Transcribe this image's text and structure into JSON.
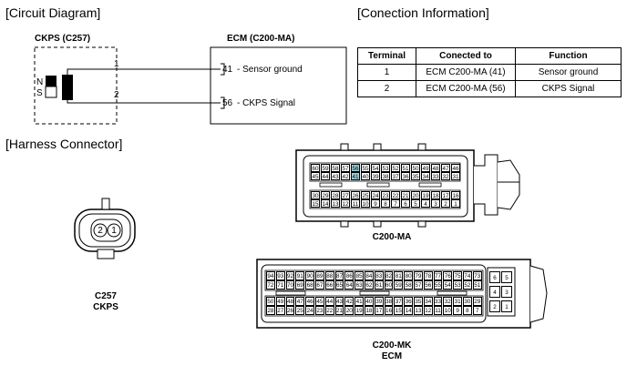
{
  "headings": {
    "circuit": "[Circuit Diagram]",
    "connection": "[Conection Information]",
    "harness": "[Harness Connector]"
  },
  "circuit": {
    "ckps_label": "CKPS (C257)",
    "ecm_label": "ECM (C200-MA)",
    "pole_n": "N",
    "pole_s": "S",
    "wire1": "1",
    "wire2": "2",
    "pin41": "41",
    "pin41_text": "- Sensor ground",
    "pin56": "56",
    "pin56_text": "- CKPS Signal"
  },
  "table": {
    "headers": [
      "Terminal",
      "Conected to",
      "Function"
    ],
    "rows": [
      [
        "1",
        "ECM C200-MA (41)",
        "Sensor ground"
      ],
      [
        "2",
        "ECM C200-MA (56)",
        "CKPS Signal"
      ]
    ]
  },
  "c257": {
    "pin2": "2",
    "pin1": "1",
    "name": "C257",
    "desc": "CKPS"
  },
  "c200ma": {
    "name": "C200-MA",
    "highlight": [
      "56",
      "41"
    ],
    "highlight_color": "#9fd0d8",
    "row1": [
      "60",
      "59",
      "58",
      "57",
      "56",
      "55",
      "54",
      "53",
      "52",
      "51",
      "50",
      "49",
      "48",
      "47",
      "46"
    ],
    "row2": [
      "45",
      "44",
      "43",
      "42",
      "41",
      "40",
      "39",
      "38",
      "37",
      "36",
      "35",
      "34",
      "33",
      "32",
      "31"
    ],
    "row3": [
      "30",
      "29",
      "28",
      "27",
      "26",
      "25",
      "24",
      "23",
      "22",
      "21",
      "20",
      "19",
      "18",
      "17",
      "16"
    ],
    "row4": [
      "15",
      "14",
      "13",
      "12",
      "11",
      "10",
      "9",
      "8",
      "7",
      "6",
      "5",
      "4",
      "3",
      "2",
      "1"
    ]
  },
  "c200mk": {
    "name": "C200-MK",
    "desc": "ECM",
    "row1": [
      "94",
      "93",
      "92",
      "91",
      "90",
      "89",
      "88",
      "87",
      "86",
      "85",
      "84",
      "83",
      "82",
      "81",
      "80",
      "79",
      "78",
      "77",
      "76",
      "75",
      "74",
      "73"
    ],
    "row2": [
      "72",
      "71",
      "70",
      "69",
      "68",
      "67",
      "66",
      "65",
      "64",
      "63",
      "62",
      "61",
      "60",
      "59",
      "58",
      "57",
      "56",
      "55",
      "54",
      "53",
      "52",
      "51"
    ],
    "row3": [
      "50",
      "49",
      "48",
      "47",
      "46",
      "45",
      "44",
      "43",
      "42",
      "41",
      "40",
      "39",
      "38",
      "37",
      "36",
      "35",
      "34",
      "33",
      "32",
      "31",
      "30",
      "29"
    ],
    "row4": [
      "28",
      "27",
      "26",
      "25",
      "24",
      "23",
      "22",
      "21",
      "20",
      "19",
      "18",
      "17",
      "16",
      "15",
      "14",
      "13",
      "12",
      "11",
      "10",
      "9",
      "8",
      "7"
    ],
    "side": [
      [
        "6",
        "5"
      ],
      [
        "4",
        "3"
      ],
      [
        "2",
        "1"
      ]
    ]
  }
}
